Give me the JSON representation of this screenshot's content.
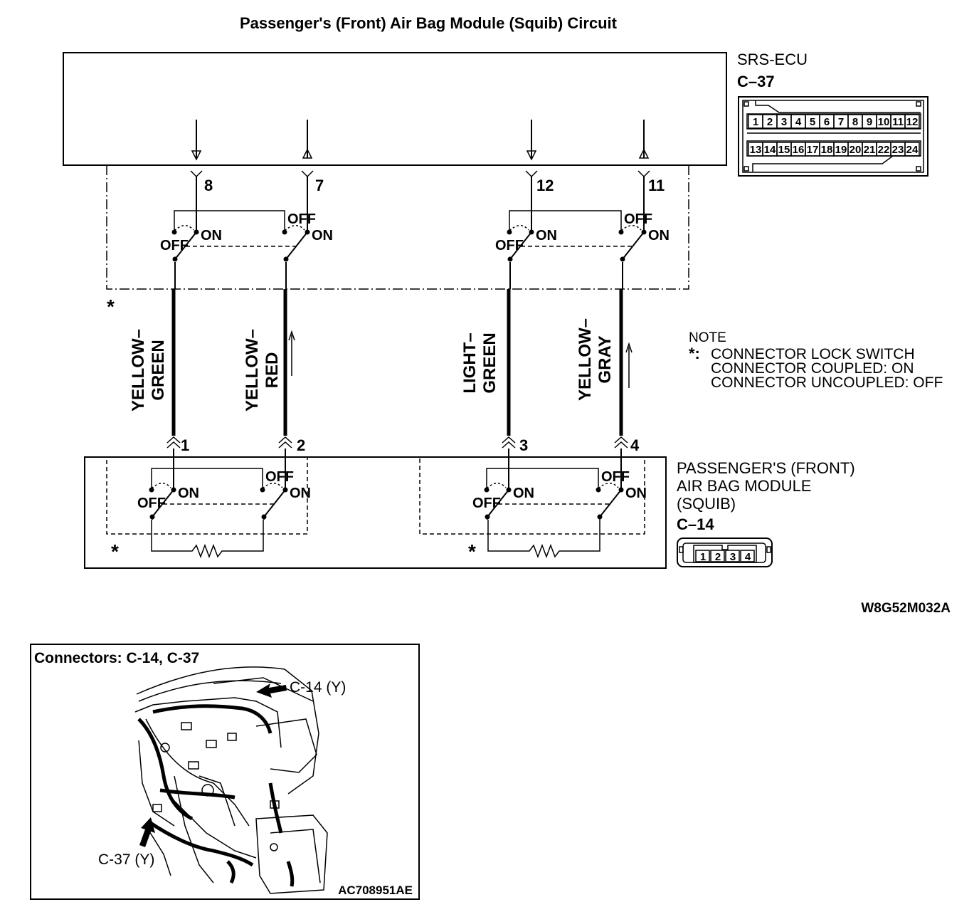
{
  "title": "Passenger's (Front) Air Bag Module (Squib) Circuit",
  "ecu": {
    "name": "SRS-ECU",
    "connector": "C–37",
    "pins_row1": [
      "1",
      "2",
      "3",
      "4",
      "5",
      "6",
      "7",
      "8",
      "9",
      "10",
      "11",
      "12"
    ],
    "pins_row2": [
      "13",
      "14",
      "15",
      "16",
      "17",
      "18",
      "19",
      "20",
      "21",
      "22",
      "23",
      "24"
    ]
  },
  "module": {
    "name_line1": "PASSENGER'S (FRONT)",
    "name_line2": "AIR BAG MODULE",
    "name_line3": "(SQUIB)",
    "connector": "C–14",
    "pins": [
      "1",
      "2",
      "3",
      "4"
    ]
  },
  "ecu_pins": [
    "8",
    "7",
    "12",
    "11"
  ],
  "module_pins": [
    "1",
    "2",
    "3",
    "4"
  ],
  "wires": [
    {
      "line1": "YELLOW–",
      "line2": "GREEN"
    },
    {
      "line1": "YELLOW–",
      "line2": "RED"
    },
    {
      "line1": "LIGHT–",
      "line2": "GREEN"
    },
    {
      "line1": "YELLOW–",
      "line2": "GRAY"
    }
  ],
  "switch": {
    "on": "ON",
    "off": "OFF"
  },
  "asterisk": "*",
  "note": {
    "heading": "NOTE",
    "marker": "*:",
    "line1": "CONNECTOR LOCK SWITCH",
    "line2": "CONNECTOR COUPLED: ON",
    "line3": "CONNECTOR UNCOUPLED: OFF"
  },
  "diagram_code": "W8G52M032A",
  "location": {
    "title": "Connectors: C-14, C-37",
    "callout_c14": "C-14 (Y)",
    "callout_c37": "C-37 (Y)",
    "code": "AC708951AE"
  }
}
